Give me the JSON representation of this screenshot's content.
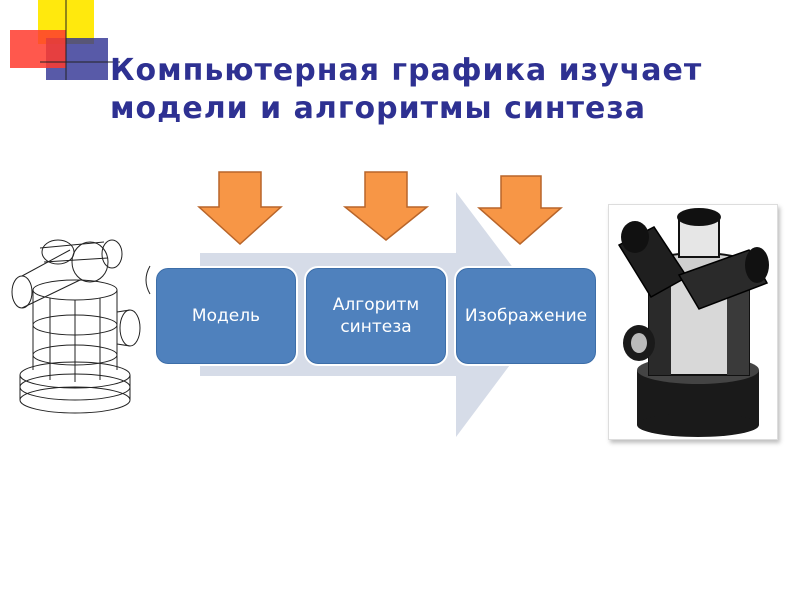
{
  "slide": {
    "title_line1": "Компьютерная графика изучает",
    "title_line2": "модели и алгоритмы синтеза"
  },
  "diagram": {
    "steps": [
      {
        "label": "Модель"
      },
      {
        "label": "Алгоритм\nсинтеза"
      },
      {
        "label": "Изображение"
      }
    ]
  },
  "colors": {
    "title": "#2E3192",
    "process_box": "#4F81BD",
    "big_arrow": "#D6DCE8",
    "input_arrow": "#F79646",
    "input_arrow_stroke": "#B8652A",
    "deco_yellow": "#FFE800",
    "deco_red": "#FF3B2E",
    "deco_blue": "#2E3192"
  }
}
